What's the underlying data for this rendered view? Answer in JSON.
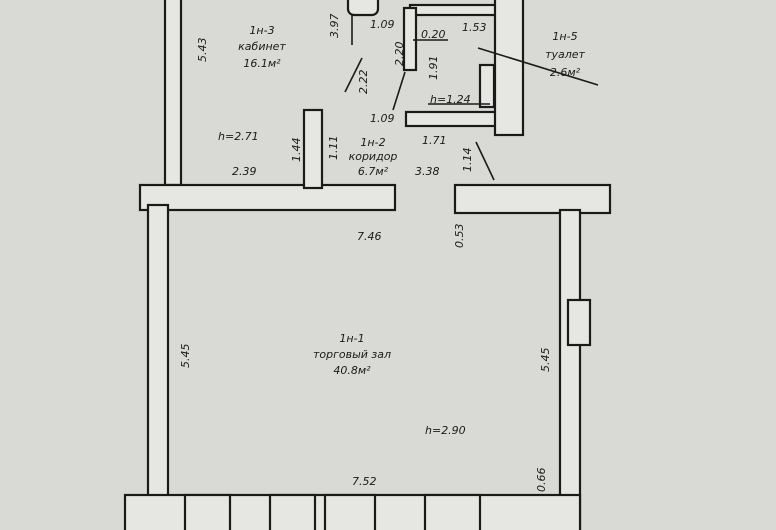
{
  "rooms": [
    {
      "id": "1n-3",
      "number": "1н-3",
      "name": "кабинет",
      "area": "16.1м²",
      "height": "h=2.71"
    },
    {
      "id": "1n-2",
      "number": "1н-2",
      "name": "коридор",
      "area": "6.7м²"
    },
    {
      "id": "1n-5",
      "number": "1н-5",
      "name": "туалет",
      "area": "2.6м²",
      "height": "h=1.24"
    },
    {
      "id": "1n-1",
      "number": "1н-1",
      "name": "торговый зал",
      "area": "40.8м²",
      "height": "h=2.90"
    }
  ],
  "dimensions": {
    "d543": "5.43",
    "d397": "3.97",
    "d109a": "1.09",
    "d020": "0.20",
    "d153": "1.53",
    "d220": "2.20",
    "d191": "1.91",
    "d222": "2.22",
    "d109b": "1.09",
    "d171": "1.71",
    "d144": "1.44",
    "d111": "1.11",
    "d239": "2.39",
    "d338": "3.38",
    "d114": "1.14",
    "d746": "7.46",
    "d053": "0.53",
    "d545l": "5.45",
    "d545r": "5.45",
    "d752": "7.52",
    "d066": "0.66"
  }
}
